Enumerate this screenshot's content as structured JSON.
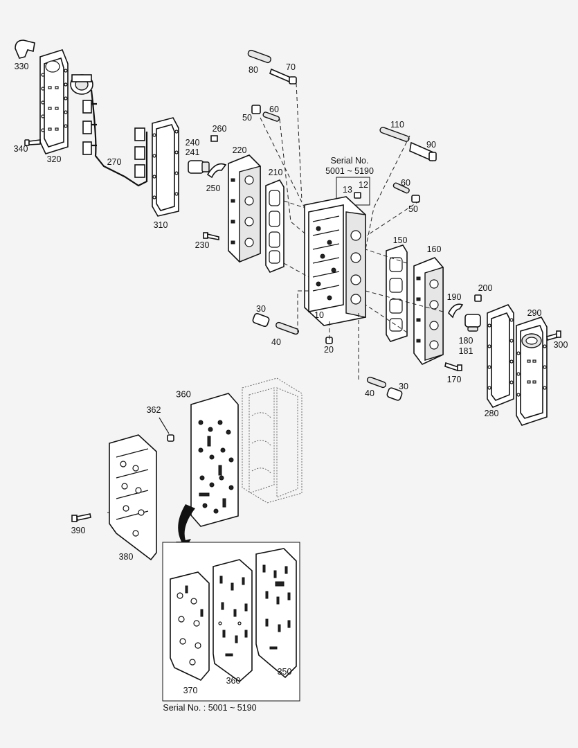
{
  "callouts": {
    "p330": "330",
    "p340": "340",
    "p320": "320",
    "p270": "270",
    "p310": "310",
    "p240": "240",
    "p241": "241",
    "p260": "260",
    "p250": "250",
    "p220": "220",
    "p230": "230",
    "p210": "210",
    "p80": "80",
    "p70": "70",
    "p50a": "50",
    "p60a": "60",
    "p110": "110",
    "p90": "90",
    "p13": "13",
    "p12": "12",
    "p60b": "60",
    "p50b": "50",
    "p150": "150",
    "p160": "160",
    "p10": "10",
    "p30a": "30",
    "p40a": "40",
    "p20": "20",
    "p200": "200",
    "p190": "190",
    "p290": "290",
    "p300": "300",
    "p180": "180",
    "p181": "181",
    "p170": "170",
    "p40b": "40",
    "p30b": "30",
    "p280": "280",
    "p360a": "360",
    "p362": "362",
    "p390": "390",
    "p380": "380",
    "p370": "370",
    "p360b": "360",
    "p350": "350"
  },
  "notes": {
    "serial_top_line1": "Serial No.",
    "serial_top_line2": "5001 ~ 5190",
    "serial_bottom": "Serial No. : 5001 ~ 5190"
  }
}
